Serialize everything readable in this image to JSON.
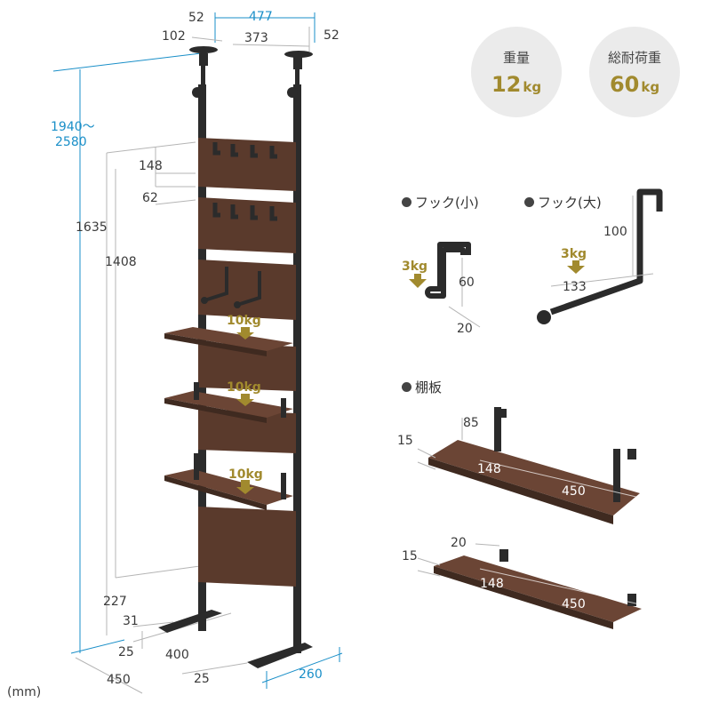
{
  "badges": {
    "weight": {
      "title": "重量",
      "value": "12",
      "unit": "kg"
    },
    "load": {
      "title": "総耐荷重",
      "value": "60",
      "unit": "kg"
    }
  },
  "dims": {
    "d52a": "52",
    "d477": "477",
    "d102": "102",
    "d373": "373",
    "d52b": "52",
    "h1940": "1940～",
    "h2580": "2580",
    "d148": "148",
    "d62": "62",
    "d1635": "1635",
    "d1408": "1408",
    "d227": "227",
    "d31": "31",
    "d25a": "25",
    "d400": "400",
    "d450": "450",
    "d25b": "25",
    "d260": "260",
    "unit": "(mm)"
  },
  "shelf_loads": [
    "10kg",
    "10kg",
    "10kg"
  ],
  "hooks": {
    "small": {
      "label": "フック(小)",
      "load": "3kg",
      "h": "60",
      "w": "20"
    },
    "large": {
      "label": "フック(大)",
      "load": "3kg",
      "h": "100",
      "w": "133"
    }
  },
  "shelves": {
    "label": "棚板",
    "a": {
      "d85": "85",
      "d15": "15",
      "d148": "148",
      "d450": "450"
    },
    "b": {
      "d20": "20",
      "d15": "15",
      "d148": "148",
      "d450": "450"
    }
  },
  "colors": {
    "wood": "#5a3a2c",
    "metal": "#2b2b2b",
    "dim_blue": "#1a8fc8",
    "accent_gold": "#a18a2e"
  }
}
